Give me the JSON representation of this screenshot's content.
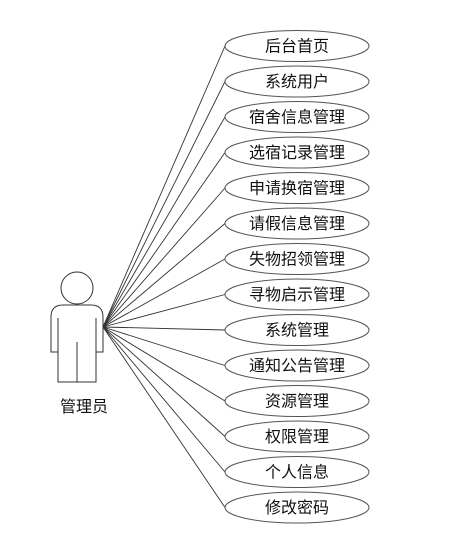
{
  "actor": {
    "name": "管理员"
  },
  "use_cases": [
    {
      "label": "后台首页"
    },
    {
      "label": "系统用户"
    },
    {
      "label": "宿舍信息管理"
    },
    {
      "label": "选宿记录管理"
    },
    {
      "label": "申请换宿管理"
    },
    {
      "label": "请假信息管理"
    },
    {
      "label": "失物招领管理"
    },
    {
      "label": "寻物启示管理"
    },
    {
      "label": "系统管理"
    },
    {
      "label": "通知公告管理"
    },
    {
      "label": "资源管理"
    },
    {
      "label": "权限管理"
    },
    {
      "label": "个人信息"
    },
    {
      "label": "修改密码"
    }
  ]
}
